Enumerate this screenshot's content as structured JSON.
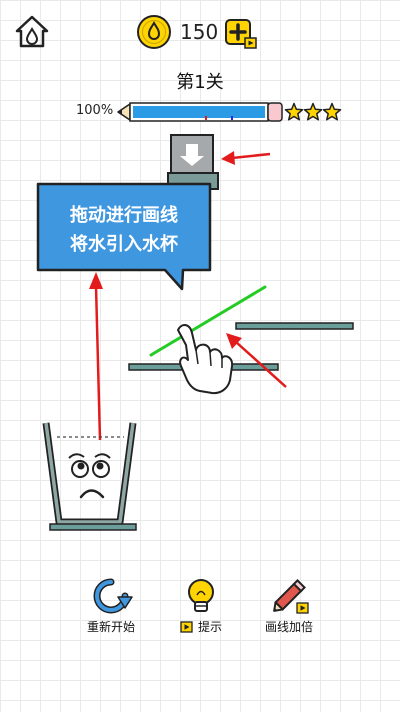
{
  "header": {
    "coin_count": "150",
    "level_title": "第1关"
  },
  "progress": {
    "percent_label": "100%",
    "value": 1.0,
    "stars": 3
  },
  "tooltip": {
    "line1": "拖动进行画线",
    "line2": "将水引入水杯"
  },
  "bottom": {
    "restart_label": "重新开始",
    "hint_label": "提示",
    "double_label": "画线加倍"
  },
  "colors": {
    "accent_yellow": "#ffd400",
    "bar_blue": "#2b9be6",
    "tooltip_blue": "#3f97e0",
    "platform_teal": "#6b9e9a",
    "arrow_red": "#e21c1c",
    "line_green": "#22cc22"
  }
}
